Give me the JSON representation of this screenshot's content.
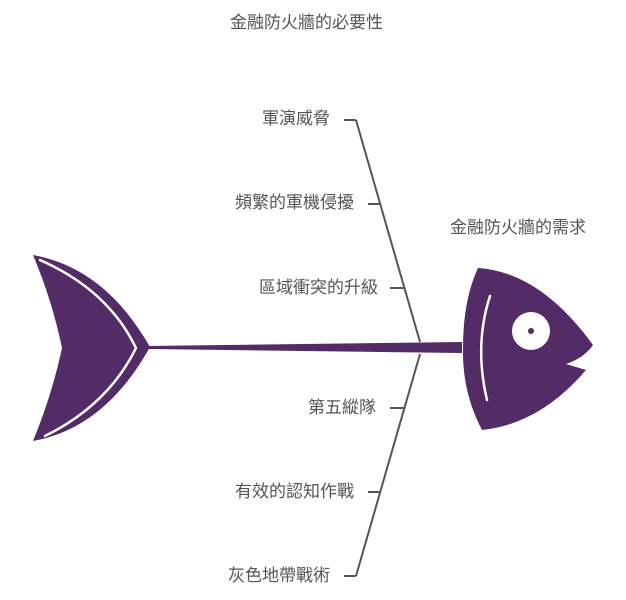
{
  "title": "金融防火牆的必要性",
  "effect": "金融防火牆的需求",
  "causes_top": [
    "軍演威脅",
    "頻繁的軍機侵擾",
    "區域衝突的升級"
  ],
  "causes_bottom": [
    "第五縱隊",
    "有效的認知作戰",
    "灰色地帶戰術"
  ],
  "colors": {
    "fish": "#532c67",
    "line": "#555555",
    "text": "#555555"
  }
}
